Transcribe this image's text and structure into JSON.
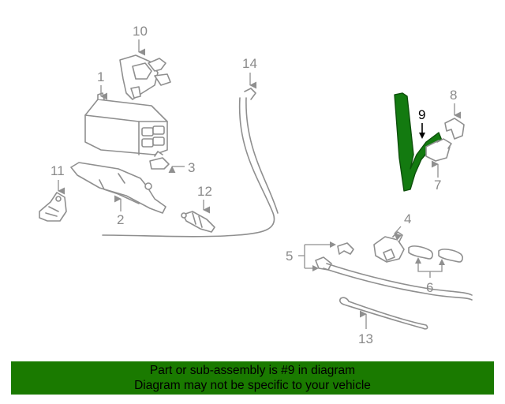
{
  "callouts": {
    "c1": "1",
    "c2": "2",
    "c3": "3",
    "c4": "4",
    "c5": "5",
    "c6": "6",
    "c7": "7",
    "c8": "8",
    "c9": "9",
    "c10": "10",
    "c11": "11",
    "c12": "12",
    "c13": "13",
    "c14": "14"
  },
  "highlighted_part": "9",
  "footer": {
    "line1": "Part or sub-assembly is #9 in diagram",
    "line2": "Diagram may not be specific to your vehicle"
  },
  "colors": {
    "banner": "#1a7a00",
    "highlight_fill": "#137a10",
    "line_gray": "#8f8f8f"
  }
}
